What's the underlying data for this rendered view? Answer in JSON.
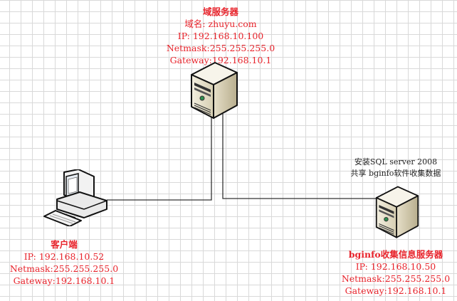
{
  "domain_server": {
    "title": "域服务器",
    "domain": "域名: zhuyu.com",
    "ip": "IP: 192.168.10.100",
    "netmask": "Netmask:255.255.255.0",
    "gateway": "Gateway:192.168.10.1"
  },
  "client": {
    "title": "客户端",
    "ip": "IP: 192.168.10.52",
    "netmask": "Netmask:255.255.255.0",
    "gateway": "Gateway:192.168.10.1"
  },
  "bginfo_server": {
    "note_line1": "安装SQL server 2008",
    "note_line2": "共享 bginfo软件收集数据",
    "title": "bginfo收集信息服务器",
    "ip": "IP: 192.168.10.50",
    "netmask": "Netmask:255.255.255.0",
    "gateway": "Gateway:192.168.10.1"
  },
  "colors": {
    "label": "#e8232b",
    "line": "#333333"
  }
}
